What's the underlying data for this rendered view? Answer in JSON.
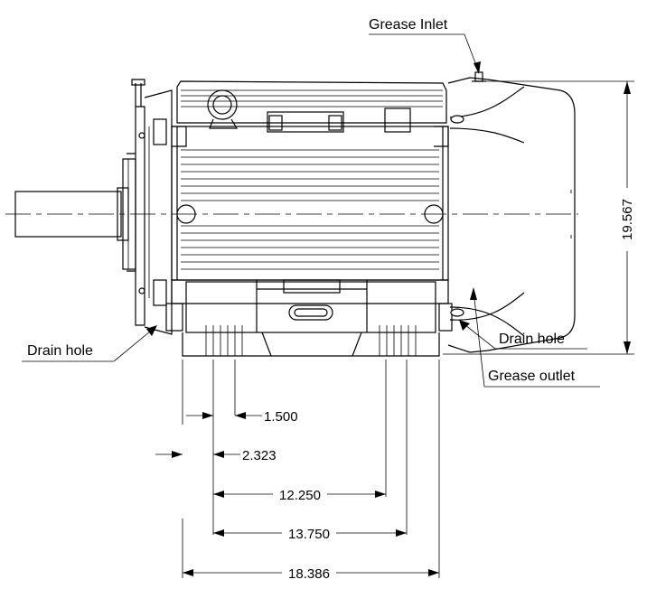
{
  "labels": {
    "grease_inlet": "Grease Inlet",
    "grease_outlet": "Grease outlet",
    "drain_hole_left": "Drain hole",
    "drain_hole_right": "Drain hole"
  },
  "dimensions": {
    "height": "19.567",
    "d1": "1.500",
    "d2": "2.323",
    "d3": "12.250",
    "d4": "13.750",
    "d5": "18.386"
  }
}
